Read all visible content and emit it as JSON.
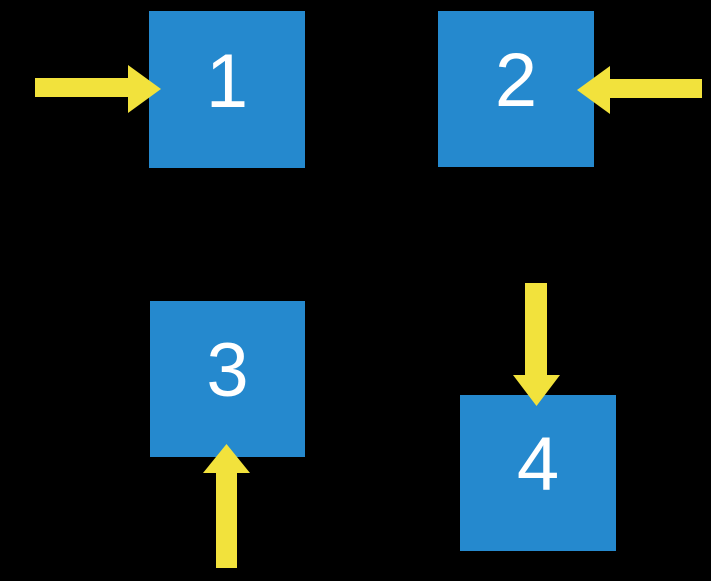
{
  "diagram": {
    "title": "numbered-squares-with-pointing-arrows",
    "background_color": "#000000",
    "colors": {
      "square_fill": "#2589CE",
      "arrow_fill": "#F2E23C",
      "number_text": "#FFFFFF"
    },
    "blocks": [
      {
        "label": "1",
        "position": "top-left",
        "arrow_direction": "right",
        "arrow_points_from": "left side"
      },
      {
        "label": "2",
        "position": "top-right",
        "arrow_direction": "left",
        "arrow_points_from": "right side"
      },
      {
        "label": "3",
        "position": "bottom-left",
        "arrow_direction": "up",
        "arrow_points_from": "below"
      },
      {
        "label": "4",
        "position": "bottom-right",
        "arrow_direction": "down",
        "arrow_points_from": "above"
      }
    ]
  }
}
